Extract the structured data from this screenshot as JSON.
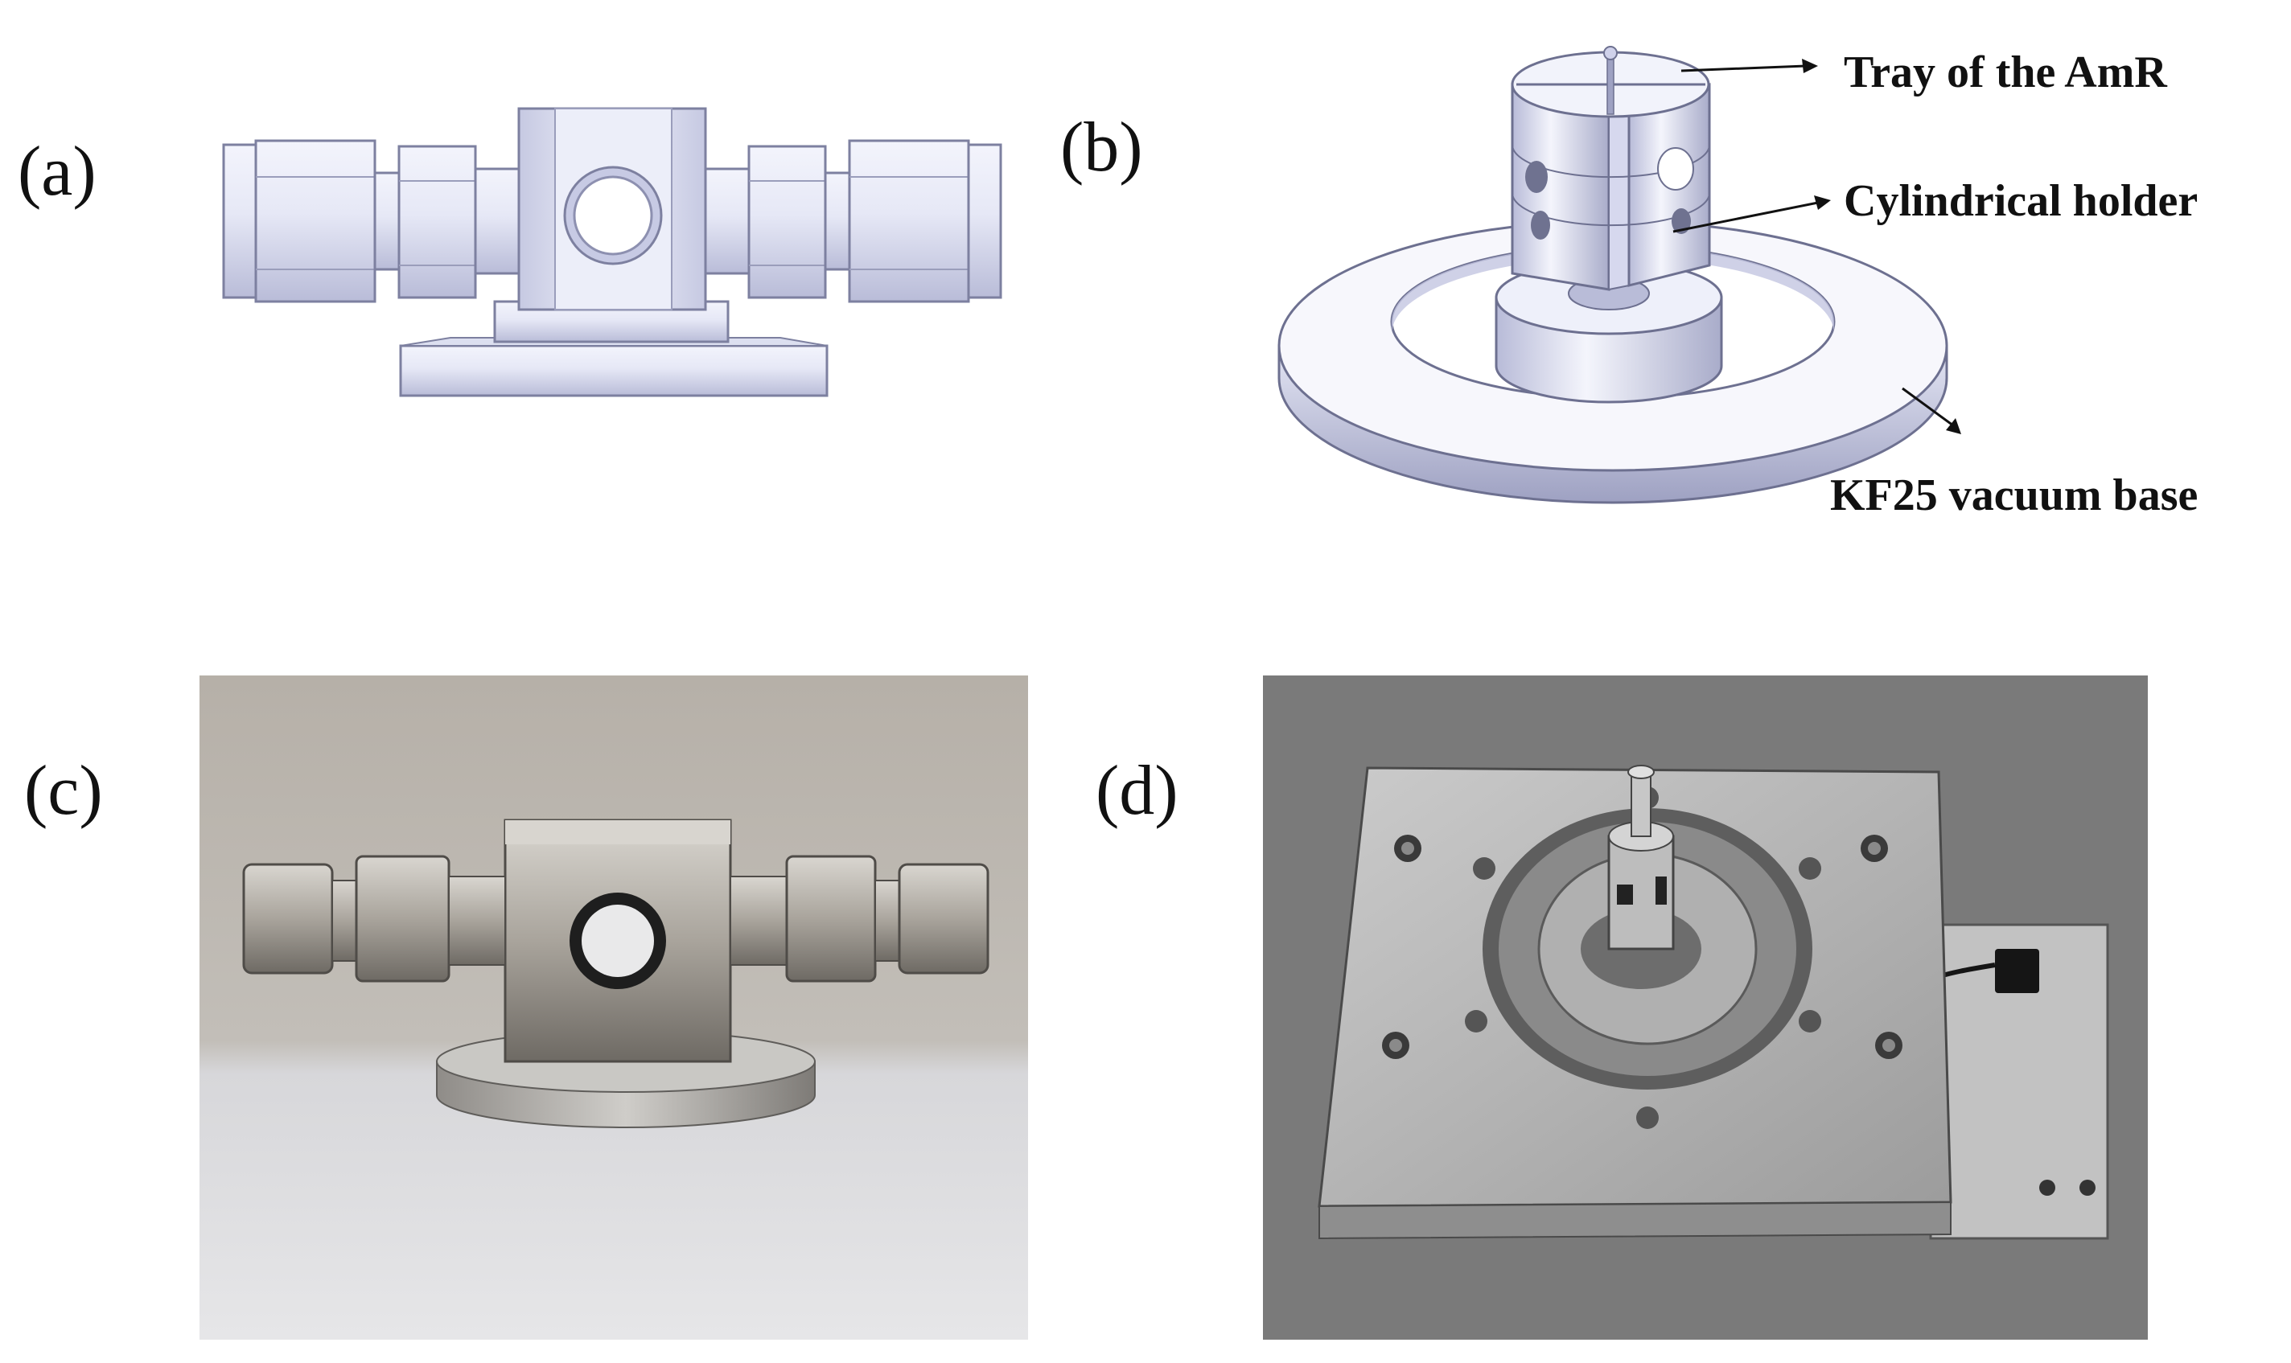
{
  "panels": {
    "a": {
      "label": "(a)"
    },
    "b": {
      "label": "(b)",
      "callouts": {
        "tray": "Tray of the AmR",
        "holder": "Cylindrical holder",
        "base": "KF25 vacuum base"
      }
    },
    "c": {
      "label": "(c)"
    },
    "d": {
      "label": "(d)"
    }
  },
  "colors": {
    "cad_metal_light": "#eef0fa",
    "cad_metal_mid": "#c9cce4",
    "cad_metal_dark": "#8d90b0",
    "photo_background": "#b9b3ab",
    "photo_metal": "#a9a9a9",
    "photo_bench": "#7b7b7b",
    "arrow": "#111111"
  }
}
